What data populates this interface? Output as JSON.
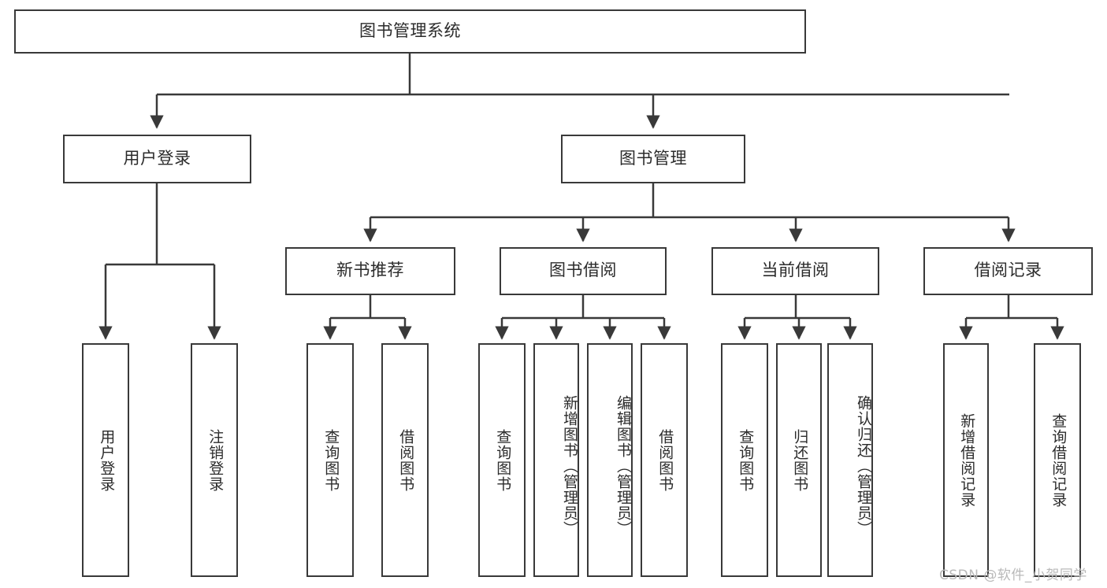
{
  "diagram": {
    "type": "tree-hierarchy",
    "title": "图书管理系统",
    "watermark": "CSDN @软件_小贺同学",
    "colors": {
      "stroke": "#393939",
      "text": "#2b2b2b",
      "background": "#ffffff",
      "watermark": "#b9b9b9"
    },
    "nodes": {
      "root": {
        "label": "图书管理系统"
      },
      "level2": [
        {
          "id": "user-login",
          "label": "用户登录"
        },
        {
          "id": "book-manage",
          "label": "图书管理"
        }
      ],
      "level3": [
        {
          "id": "new-book-recommend",
          "label": "新书推荐"
        },
        {
          "id": "book-borrow",
          "label": "图书借阅"
        },
        {
          "id": "current-borrow",
          "label": "当前借阅"
        },
        {
          "id": "borrow-record",
          "label": "借阅记录"
        }
      ],
      "leaves": {
        "user_login": [
          {
            "id": "leaf-user-login",
            "label": "用户登录"
          },
          {
            "id": "leaf-logout-login",
            "label": "注销登录"
          }
        ],
        "new_book_recommend": [
          {
            "id": "leaf-query-book-1",
            "label": "查询图书"
          },
          {
            "id": "leaf-borrow-book-1",
            "label": "借阅图书"
          }
        ],
        "book_borrow": [
          {
            "id": "leaf-query-book-2",
            "label": "查询图书"
          },
          {
            "id": "leaf-add-book",
            "label": "新增图书（管理员）"
          },
          {
            "id": "leaf-edit-book",
            "label": "编辑图书（管理员）"
          },
          {
            "id": "leaf-borrow-book-2",
            "label": "借阅图书"
          }
        ],
        "current_borrow": [
          {
            "id": "leaf-query-book-3",
            "label": "查询图书"
          },
          {
            "id": "leaf-return-book",
            "label": "归还图书"
          },
          {
            "id": "leaf-confirm-return",
            "label": "确认归还（管理员）"
          }
        ],
        "borrow_record": [
          {
            "id": "leaf-add-borrow-record",
            "label": "新增借阅记录"
          },
          {
            "id": "leaf-query-borrow-record",
            "label": "查询借阅记录"
          }
        ]
      }
    }
  }
}
